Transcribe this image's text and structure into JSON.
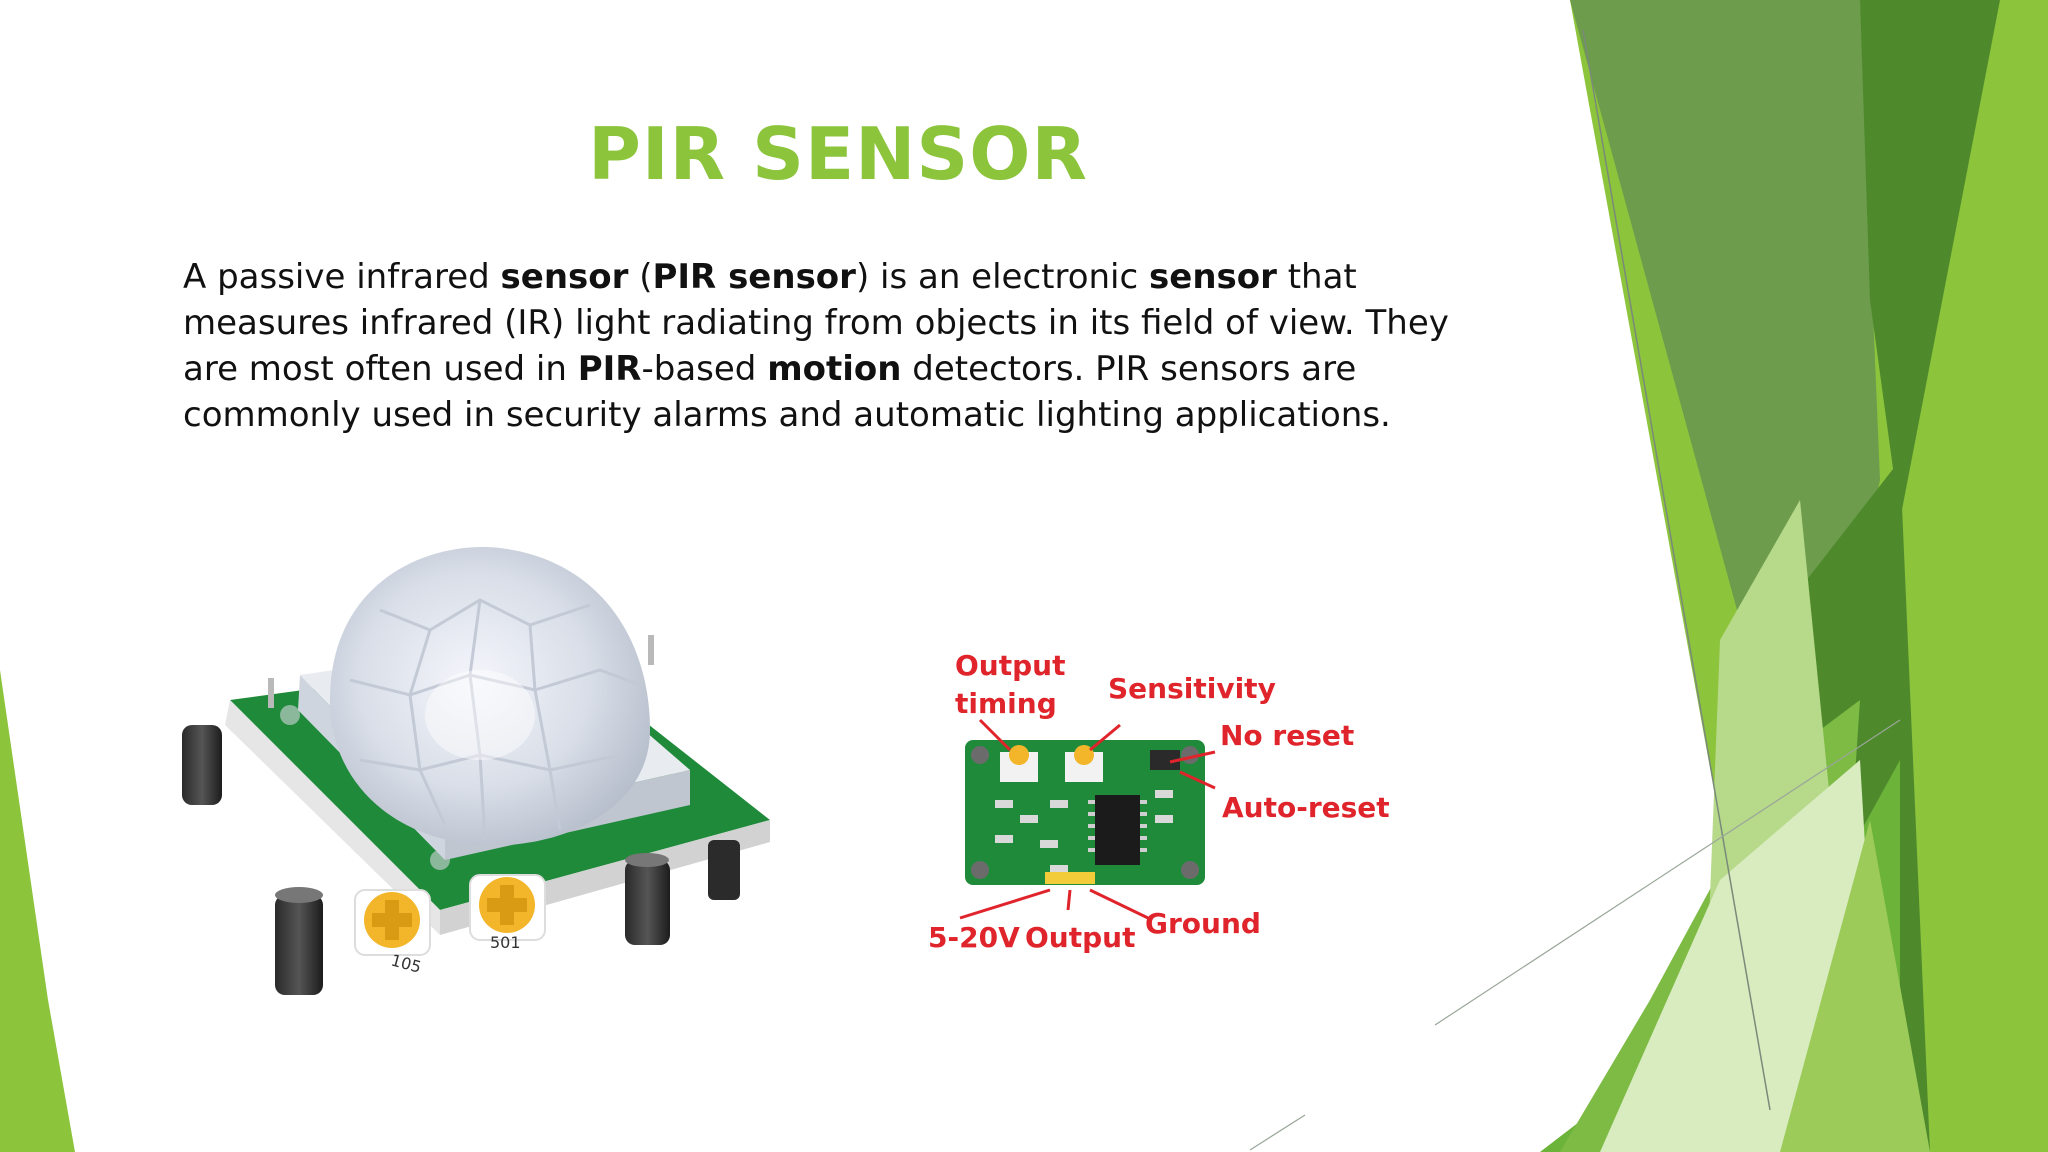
{
  "slide": {
    "title": "PIR SENSOR",
    "paragraph": [
      {
        "text": "A passive infrared ",
        "bold": false
      },
      {
        "text": "sensor",
        "bold": true
      },
      {
        "text": " (",
        "bold": false
      },
      {
        "text": "PIR sensor",
        "bold": true
      },
      {
        "text": ") is an electronic ",
        "bold": false
      },
      {
        "text": "sensor",
        "bold": true
      },
      {
        "text": " that measures infrared (IR) light radiating from objects in its field of view. They are most often used in ",
        "bold": false
      },
      {
        "text": "PIR",
        "bold": true
      },
      {
        "text": "-based ",
        "bold": false
      },
      {
        "text": "motion",
        "bold": true
      },
      {
        "text": " detectors. PIR sensors are commonly used in security alarms and automatic lighting applications.",
        "bold": false
      }
    ]
  },
  "diagram": {
    "labels": {
      "output_timing_1": "Output",
      "output_timing_2": "timing",
      "sensitivity": "Sensitivity",
      "no_reset": "No reset",
      "auto_reset": "Auto-reset",
      "voltage": "5-20V",
      "output": "Output",
      "ground": "Ground"
    }
  },
  "photo": {
    "pot_left": "105",
    "pot_right": "501"
  },
  "colors": {
    "title": "#8cc43c",
    "label_red": "#e0242b",
    "pcb_green": "#1f8a3a",
    "accent_dark_green": "#5f9b3a",
    "accent_light_green": "#8cc43c"
  }
}
